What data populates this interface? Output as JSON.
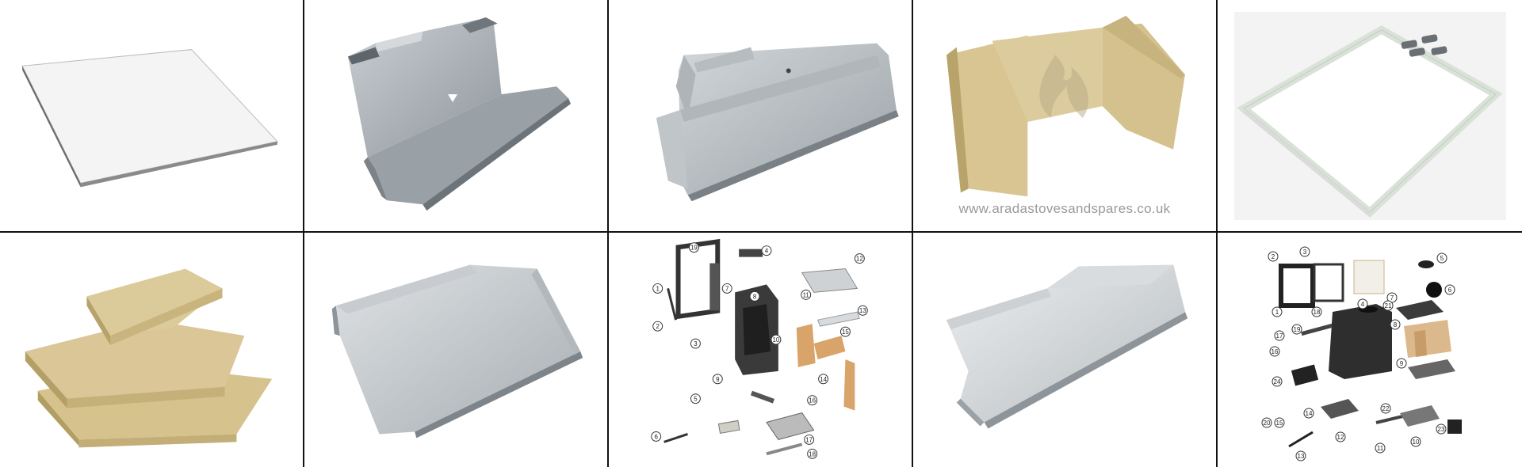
{
  "products": [
    {
      "icon": "glass-panel-icon"
    },
    {
      "icon": "steel-baffle-plate-icon"
    },
    {
      "icon": "steel-baffle-plate-icon"
    },
    {
      "icon": "firebrick-set-icon",
      "watermark": "www.aradastovesandspares.co.uk"
    },
    {
      "icon": "glass-seal-kit-icon"
    },
    {
      "icon": "firebrick-stack-icon"
    },
    {
      "icon": "steel-tray-icon"
    },
    {
      "icon": "exploded-parts-diagram-icon",
      "labels": [
        "1",
        "2",
        "3",
        "4",
        "5",
        "6",
        "7",
        "8",
        "9",
        "10",
        "11",
        "12",
        "13",
        "14",
        "15",
        "16",
        "17",
        "18",
        "19"
      ]
    },
    {
      "icon": "steel-baffle-plate-icon"
    },
    {
      "icon": "exploded-parts-diagram-icon",
      "labels": [
        "1",
        "2",
        "3",
        "4",
        "5",
        "6",
        "7",
        "8",
        "9",
        "10",
        "11",
        "12",
        "13",
        "14",
        "15",
        "16",
        "17",
        "18",
        "19",
        "20",
        "21",
        "22",
        "23",
        "24"
      ]
    }
  ],
  "colors": {
    "border": "#111111",
    "steel": "#a9b0b5",
    "brick": "#d8c592",
    "brick_dark": "#b8a36b",
    "stove": "#2b2b2b"
  }
}
